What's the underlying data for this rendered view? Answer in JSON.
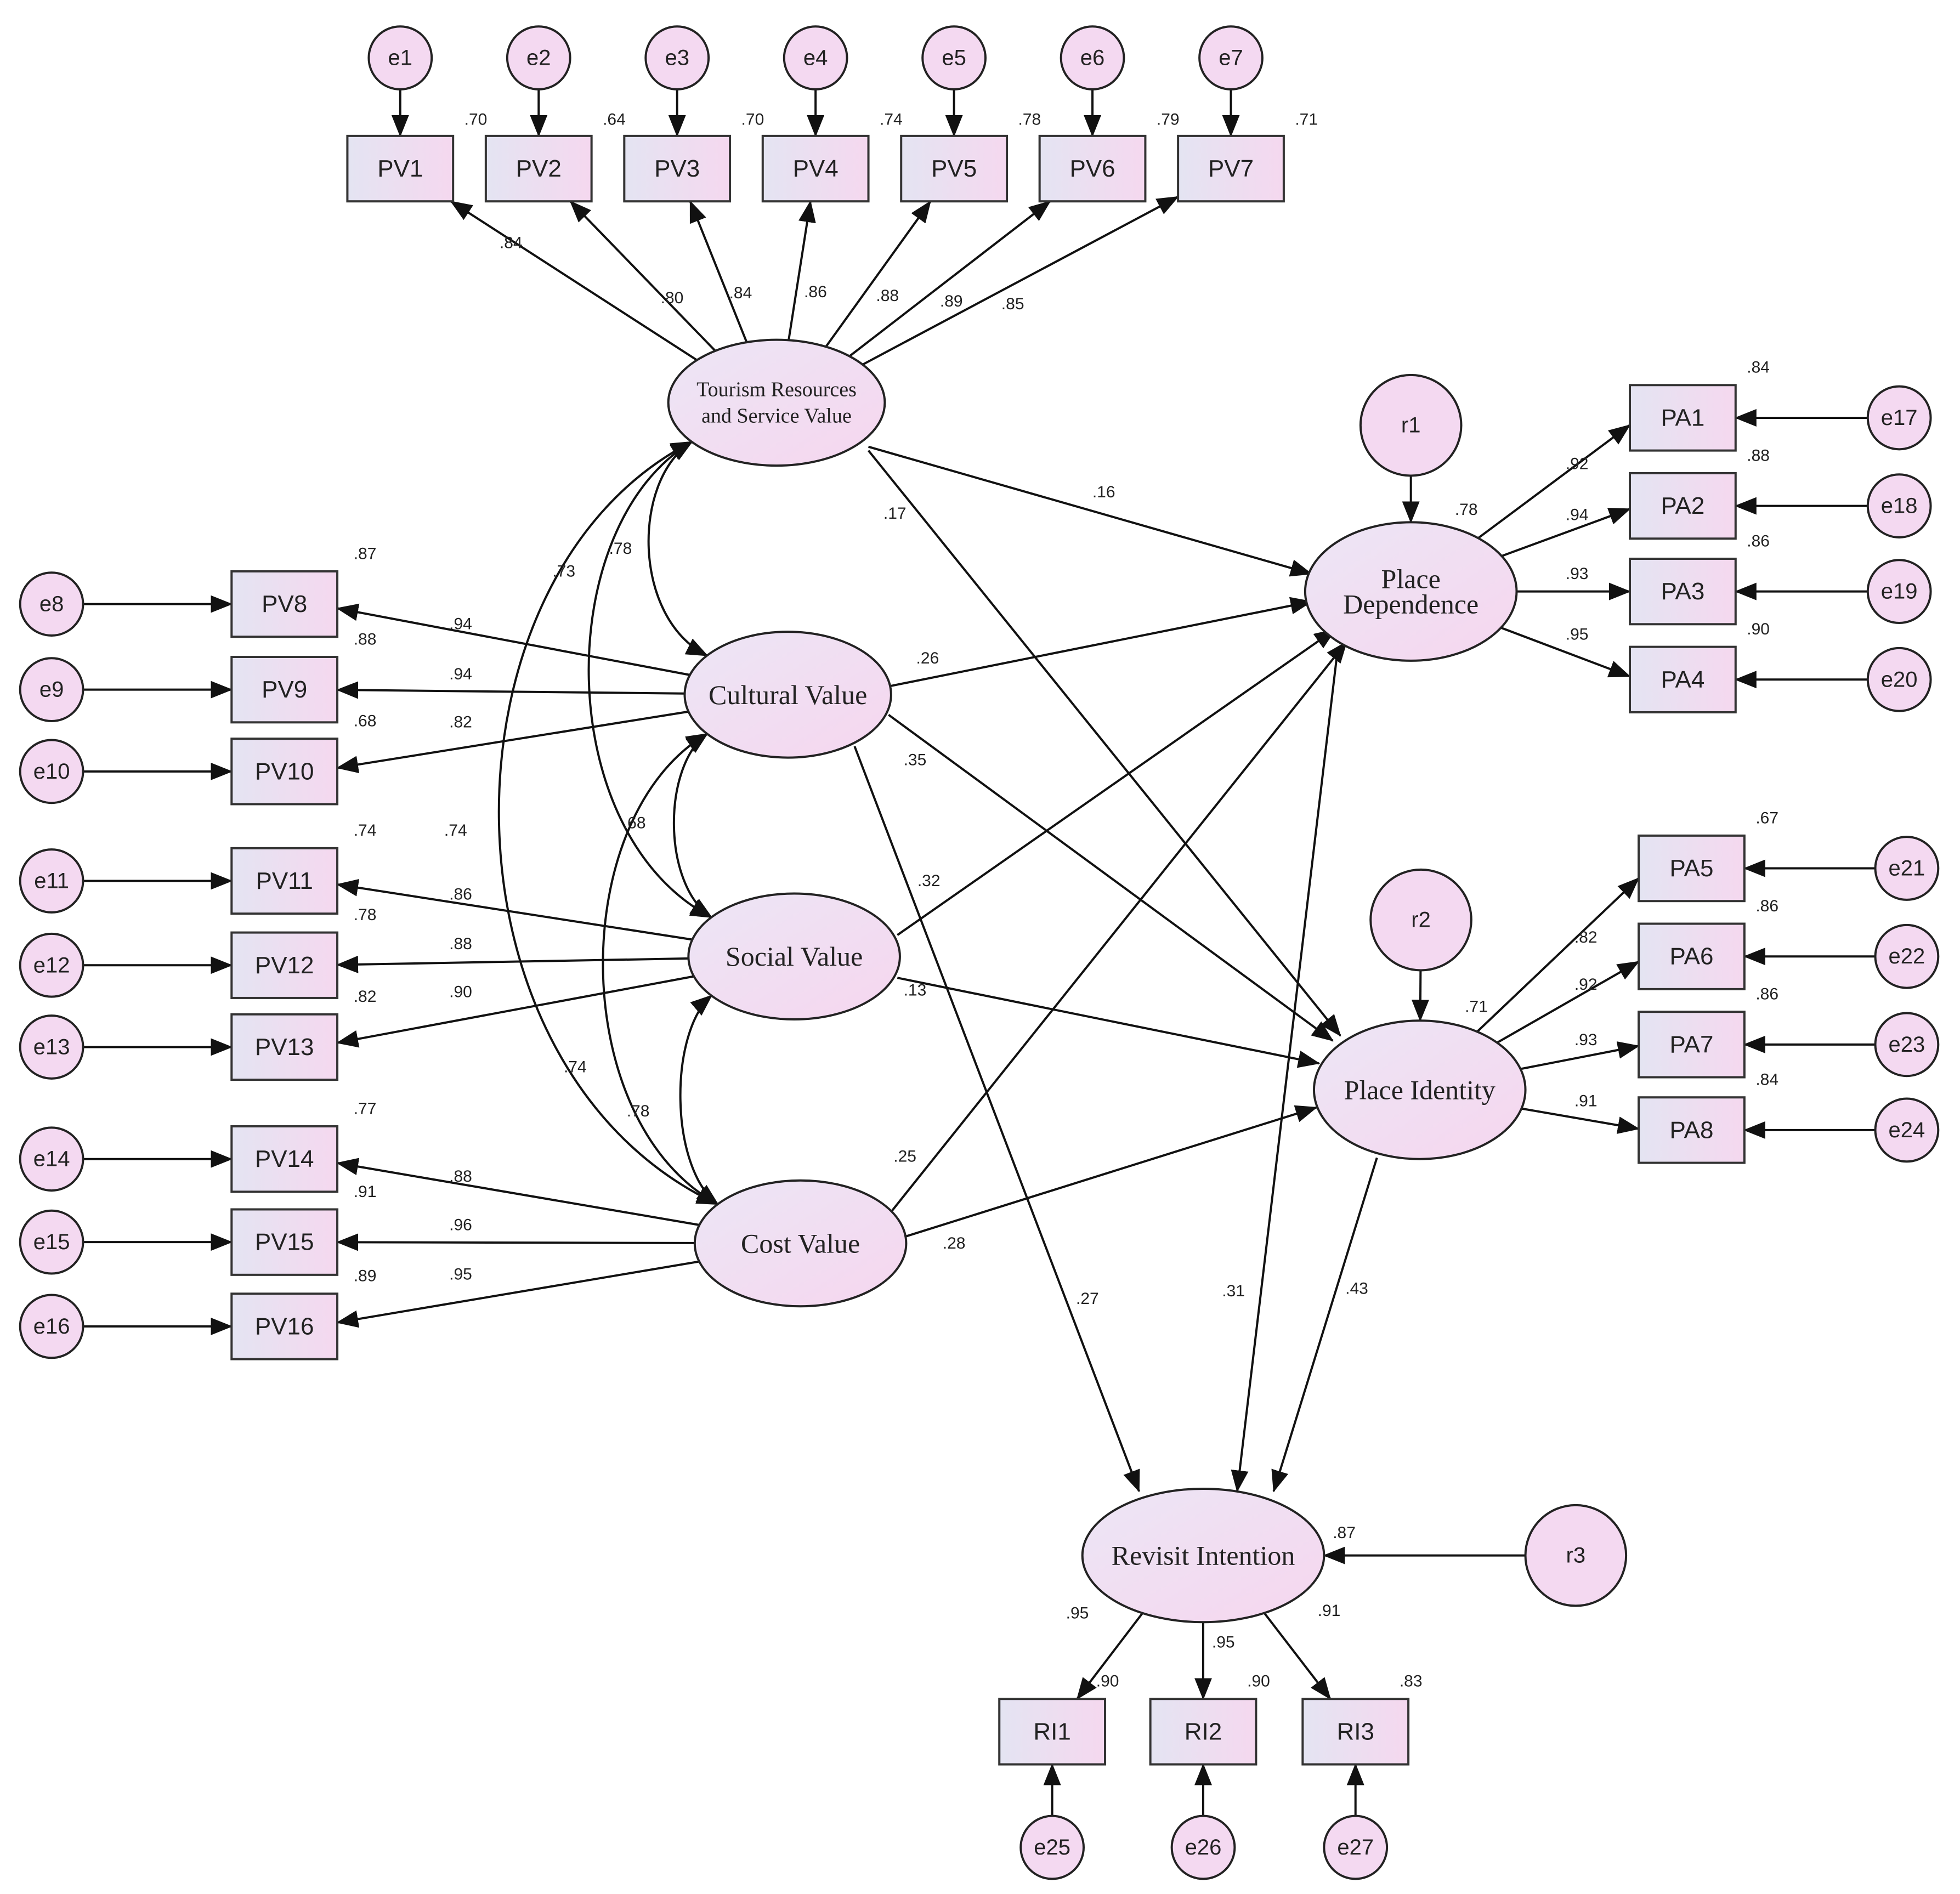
{
  "colors": {
    "box_fill_start": "#e4e4f2",
    "box_fill_end": "#f5d8ef",
    "node_fill": "#f4d9f1",
    "stroke": "#222222"
  },
  "latents": {
    "trsv": {
      "lines": [
        "Tourism Resources",
        "and Service Value"
      ]
    },
    "cv": {
      "lines": [
        "Cultural Value"
      ]
    },
    "sv": {
      "lines": [
        "Social Value"
      ]
    },
    "cov": {
      "lines": [
        "Cost Value"
      ]
    },
    "pd": {
      "lines": [
        "Place",
        "Dependence"
      ],
      "r2": ".78"
    },
    "pi": {
      "lines": [
        "Place Identity"
      ],
      "r2": ".71"
    },
    "ri": {
      "lines": [
        "Revisit Intention"
      ],
      "r2": ".87"
    }
  },
  "disturbances": [
    {
      "label": "r1",
      "target": "pd"
    },
    {
      "label": "r2",
      "target": "pi"
    },
    {
      "label": "r3",
      "target": "ri"
    }
  ],
  "indicators": [
    {
      "label": "PV1",
      "error": "e1",
      "loading": ".84",
      "r2": ".70",
      "latent": "trsv"
    },
    {
      "label": "PV2",
      "error": "e2",
      "loading": ".80",
      "r2": ".64",
      "latent": "trsv"
    },
    {
      "label": "PV3",
      "error": "e3",
      "loading": ".84",
      "r2": ".70",
      "latent": "trsv"
    },
    {
      "label": "PV4",
      "error": "e4",
      "loading": ".86",
      "r2": ".74",
      "latent": "trsv"
    },
    {
      "label": "PV5",
      "error": "e5",
      "loading": ".88",
      "r2": ".78",
      "latent": "trsv"
    },
    {
      "label": "PV6",
      "error": "e6",
      "loading": ".89",
      "r2": ".79",
      "latent": "trsv"
    },
    {
      "label": "PV7",
      "error": "e7",
      "loading": ".85",
      "r2": ".71",
      "latent": "trsv"
    },
    {
      "label": "PV8",
      "error": "e8",
      "loading": ".94",
      "r2": ".87",
      "latent": "cv"
    },
    {
      "label": "PV9",
      "error": "e9",
      "loading": ".94",
      "r2": ".88",
      "latent": "cv"
    },
    {
      "label": "PV10",
      "error": "e10",
      "loading": ".82",
      "r2": ".68",
      "latent": "cv"
    },
    {
      "label": "PV11",
      "error": "e11",
      "loading": ".86",
      "r2": ".74",
      "latent": "sv"
    },
    {
      "label": "PV12",
      "error": "e12",
      "loading": ".88",
      "r2": ".78",
      "latent": "sv"
    },
    {
      "label": "PV13",
      "error": "e13",
      "loading": ".90",
      "r2": ".82",
      "latent": "sv"
    },
    {
      "label": "PV14",
      "error": "e14",
      "loading": ".88",
      "r2": ".77",
      "latent": "cov"
    },
    {
      "label": "PV15",
      "error": "e15",
      "loading": ".96",
      "r2": ".91",
      "latent": "cov"
    },
    {
      "label": "PV16",
      "error": "e16",
      "loading": ".95",
      "r2": ".89",
      "latent": "cov"
    },
    {
      "label": "PA1",
      "error": "e17",
      "loading": ".92",
      "r2": ".84",
      "latent": "pd"
    },
    {
      "label": "PA2",
      "error": "e18",
      "loading": ".94",
      "r2": ".88",
      "latent": "pd"
    },
    {
      "label": "PA3",
      "error": "e19",
      "loading": ".93",
      "r2": ".86",
      "latent": "pd"
    },
    {
      "label": "PA4",
      "error": "e20",
      "loading": ".95",
      "r2": ".90",
      "latent": "pd"
    },
    {
      "label": "PA5",
      "error": "e21",
      "loading": ".82",
      "r2": ".67",
      "latent": "pi"
    },
    {
      "label": "PA6",
      "error": "e22",
      "loading": ".92",
      "r2": ".86",
      "latent": "pi"
    },
    {
      "label": "PA7",
      "error": "e23",
      "loading": ".93",
      "r2": ".86",
      "latent": "pi"
    },
    {
      "label": "PA8",
      "error": "e24",
      "loading": ".91",
      "r2": ".84",
      "latent": "pi"
    },
    {
      "label": "RI1",
      "error": "e25",
      "loading": ".95",
      "r2": ".90",
      "latent": "ri"
    },
    {
      "label": "RI2",
      "error": "e26",
      "loading": ".95",
      "r2": ".90",
      "latent": "ri"
    },
    {
      "label": "RI3",
      "error": "e27",
      "loading": ".91",
      "r2": ".83",
      "latent": "ri"
    }
  ],
  "paths": [
    {
      "from": "trsv",
      "to": "pd",
      "coef": ".16"
    },
    {
      "from": "trsv",
      "to": "pi",
      "coef": ".17"
    },
    {
      "from": "cv",
      "to": "pd",
      "coef": ".26"
    },
    {
      "from": "cv",
      "to": "pi",
      "coef": ".35"
    },
    {
      "from": "cv",
      "to": "ri",
      "coef": ".27"
    },
    {
      "from": "sv",
      "to": "pd",
      "coef": ".32"
    },
    {
      "from": "sv",
      "to": "pi",
      "coef": ".13"
    },
    {
      "from": "cov",
      "to": "pd",
      "coef": ".25"
    },
    {
      "from": "cov",
      "to": "pi",
      "coef": ".28"
    },
    {
      "from": "pd",
      "to": "ri",
      "coef": ".31"
    },
    {
      "from": "pi",
      "to": "ri",
      "coef": ".43"
    }
  ],
  "covariances": [
    {
      "a": "trsv",
      "b": "cv",
      "coef": ".78"
    },
    {
      "a": "trsv",
      "b": "sv",
      "coef": ".73"
    },
    {
      "a": "trsv",
      "b": "cov",
      "coef": ".74"
    },
    {
      "a": "cv",
      "b": "sv",
      "coef": ".68"
    },
    {
      "a": "cv",
      "b": "cov",
      "coef": ".74"
    },
    {
      "a": "sv",
      "b": "cov",
      "coef": ".78"
    }
  ]
}
